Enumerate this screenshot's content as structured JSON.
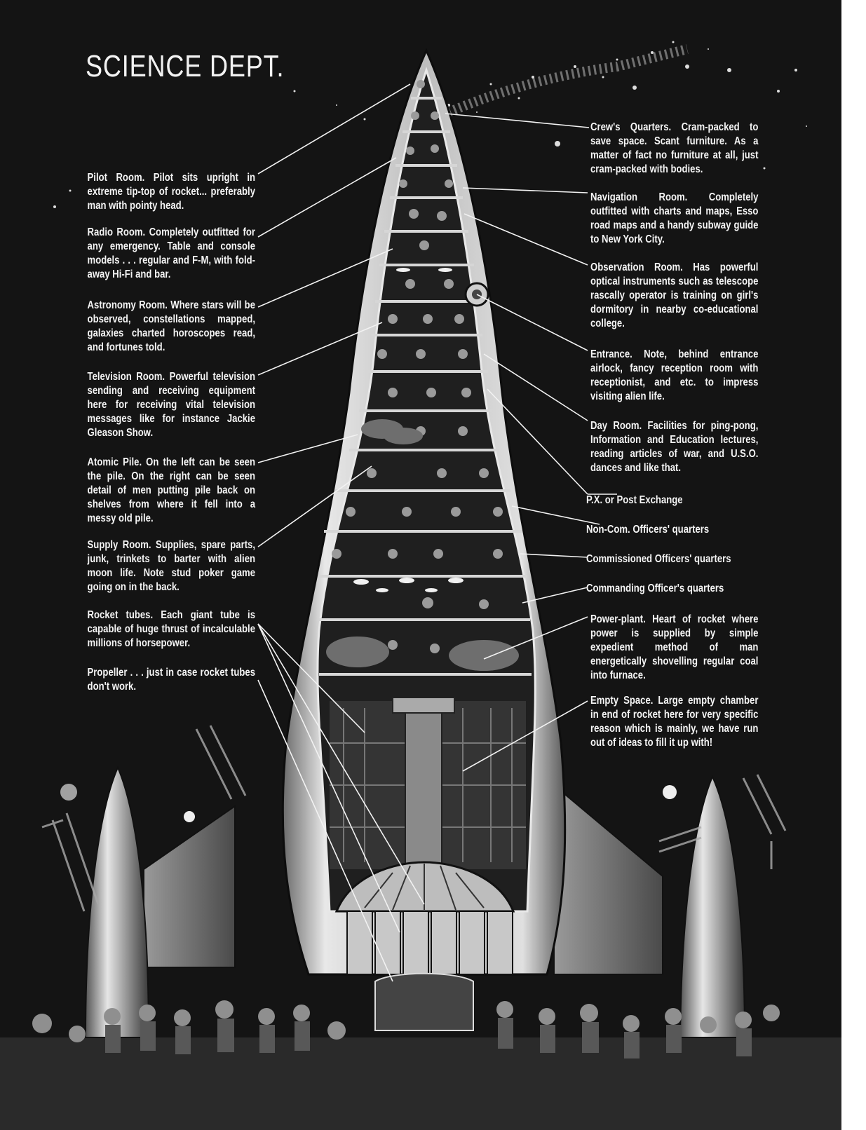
{
  "title": "SCIENCE DEPT.",
  "left_captions": [
    {
      "id": "pilot-room",
      "text": "Pilot Room. Pilot sits upright in extreme tip-top of rocket... preferably man with pointy head."
    },
    {
      "id": "radio-room",
      "text": "Radio Room. Completely outfitted for any emergency. Table and console models . . . regular and F-M, with fold-away Hi-Fi and bar."
    },
    {
      "id": "astronomy-room",
      "text": "Astronomy Room. Where stars will be observed, constellations mapped, galaxies charted horoscopes read, and fortunes told."
    },
    {
      "id": "television-room",
      "text": "Television Room. Powerful television sending and receiving equipment here for receiving vital television messages like for instance Jackie Gleason Show."
    },
    {
      "id": "atomic-pile",
      "text": "Atomic Pile. On the left can be seen the pile. On the right can be seen detail of men putting pile back on shelves from where it fell into a messy old pile."
    },
    {
      "id": "supply-room",
      "text": "Supply Room. Supplies, spare parts, junk, trinkets to barter with alien moon life. Note stud poker game going on in the back."
    },
    {
      "id": "rocket-tubes",
      "text": "Rocket tubes. Each giant tube is capable of huge thrust of incalculable millions of horsepower."
    },
    {
      "id": "propeller",
      "text": "Propeller . . . just in case rocket tubes don't work."
    }
  ],
  "right_captions": [
    {
      "id": "crews-quarters",
      "text": "Crew's Quarters. Cram-packed to save space. Scant furniture. As a matter of fact no furniture at all, just cram-packed with bodies."
    },
    {
      "id": "navigation-room",
      "text": "Navigation Room. Completely outfitted with charts and maps, Esso road maps and a handy subway guide to New York City."
    },
    {
      "id": "observation-room",
      "text": "Observation Room. Has powerful optical instruments such as telescope rascally operator is training on girl's dormitory in nearby co-educational college."
    },
    {
      "id": "entrance",
      "text": "Entrance. Note, behind entrance airlock, fancy reception room with receptionist, and etc. to impress visiting alien life."
    },
    {
      "id": "day-room",
      "text": "Day Room. Facilities for ping-pong, Information and Education lectures, reading articles of war, and U.S.O. dances and like that."
    },
    {
      "id": "px",
      "text": "P.X. or Post Exchange"
    },
    {
      "id": "non-com",
      "text": "Non-Com. Officers' quarters"
    },
    {
      "id": "commissioned",
      "text": "Commissioned Officers' quarters"
    },
    {
      "id": "commanding",
      "text": "Commanding Officer's quarters"
    },
    {
      "id": "power-plant",
      "text": "Power-plant. Heart of rocket where power is supplied by simple expedient method of man energetically shovelling regular coal into furnace."
    },
    {
      "id": "empty-space",
      "text": "Empty Space. Large empty chamber in end of rocket here for very specific reason which is mainly, we have run out of ideas to fill it up with!"
    }
  ]
}
